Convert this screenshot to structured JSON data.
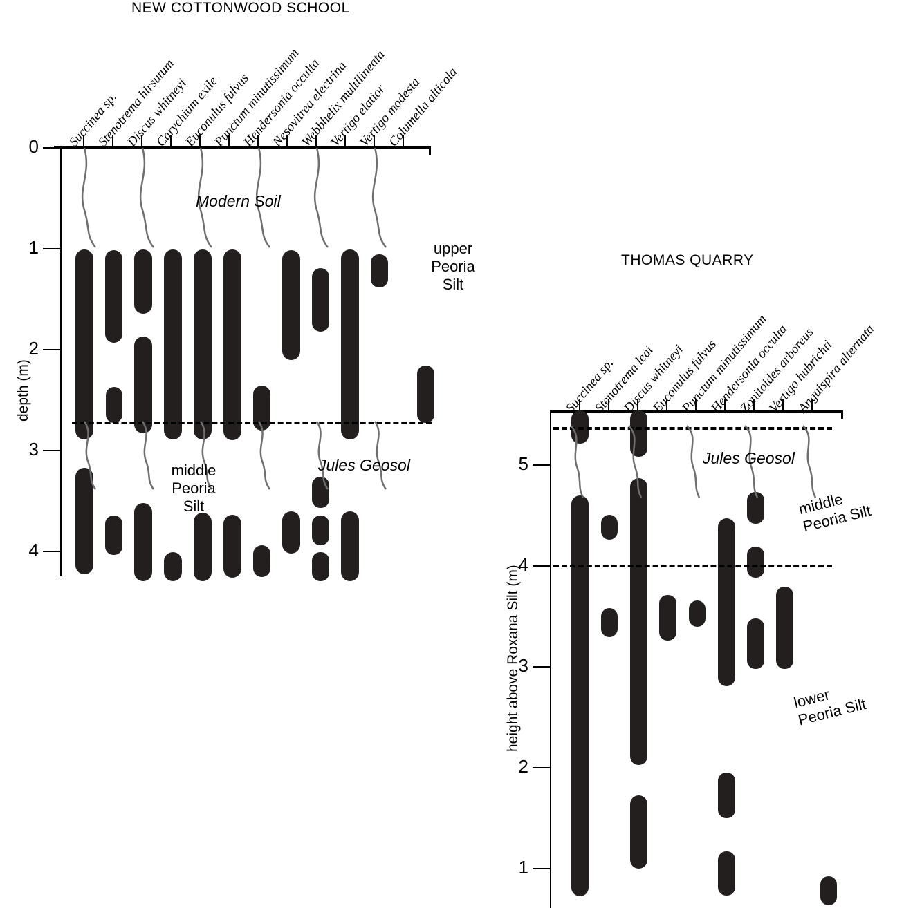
{
  "figure": {
    "kind": "stratigraphic-range-chart",
    "panels": [
      "new_cottonwood_school",
      "thomas_quarry"
    ]
  },
  "left": {
    "title": "NEW COTTONWOOD SCHOOL",
    "y_axis_label": "depth (m)",
    "y_ticks": [
      "0",
      "1",
      "2",
      "3",
      "4"
    ],
    "taxa": [
      "Succinea sp.",
      "Stenotrema hirsutum",
      "Discus whitneyi",
      "Carychium exile",
      "Euconulus fulvus",
      "Punctum minutissimum",
      "Hendersonia occulta",
      "Nesovitrea electrina",
      "Webbhelix multilineata",
      "Vertigo elatior",
      "Vertigo modesta",
      "Columella alticola"
    ],
    "annotations": [
      {
        "name": "modern-soil",
        "text": "Modern Soil",
        "style": "italic"
      },
      {
        "name": "upper-peoria-silt",
        "text": "upper\nPeoria\nSilt",
        "style": "plain"
      },
      {
        "name": "middle-peoria-silt",
        "text": "middle\nPeoria\nSilt",
        "style": "plain"
      },
      {
        "name": "jules-geosol",
        "text": "Jules Geosol",
        "style": "italic"
      }
    ],
    "boundary_depth_m": 2.72
  },
  "right": {
    "title": "THOMAS QUARRY",
    "y_axis_label": "height above Roxana Silt (m)",
    "y_ticks": [
      "5",
      "4",
      "3",
      "2",
      "1"
    ],
    "taxa": [
      "Succinea sp.",
      "Stenotrema leai",
      "Discus whitneyi",
      "Euconulus fulvus",
      "Punctum minutissimum",
      "Hendersonia occulta",
      "Zonitoides arboreus",
      "Vertigo hubrichti",
      "Anguispira alternata"
    ],
    "annotations": [
      {
        "name": "jules-geosol",
        "text": "Jules Geosol",
        "style": "italic"
      },
      {
        "name": "middle-peoria-silt",
        "text": "middle\nPeoria Silt",
        "style": "plain"
      },
      {
        "name": "lower-peoria-silt",
        "text": "lower\nPeoria Silt",
        "style": "plain"
      }
    ],
    "boundary_heights_m": [
      5.36,
      4.0
    ]
  },
  "chart_data": [
    {
      "type": "range_chart",
      "title": "NEW COTTONWOOD SCHOOL",
      "xlabel": "",
      "ylabel": "depth (m)",
      "ylim": [
        0,
        4.4
      ],
      "y_inverted": true,
      "yticks": [
        0,
        1,
        2,
        3,
        4
      ],
      "grid": false,
      "legend": "none",
      "marker_color": "#231f1f",
      "boundary_lines": [
        {
          "label": "Jules Geosol",
          "depth_m": 2.72,
          "style": "dashed"
        }
      ],
      "categories": [
        "Succinea sp.",
        "Stenotrema hirsutum",
        "Discus whitneyi",
        "Carychium exile",
        "Euconulus fulvus",
        "Punctum minutissimum",
        "Hendersonia occulta",
        "Nesovitrea electrina",
        "Webbhelix multilineata",
        "Vertigo elatior",
        "Vertigo modesta",
        "Columella alticola"
      ],
      "ranges": [
        {
          "taxon": "Succinea sp.",
          "segments": [
            [
              1.0,
              2.88
            ],
            [
              3.19,
              4.24
            ]
          ]
        },
        {
          "taxon": "Stenotrema hirsutum",
          "segments": [
            [
              1.02,
              1.93
            ],
            [
              2.4,
              2.72
            ],
            [
              3.65,
              4.03
            ]
          ]
        },
        {
          "taxon": "Discus whitneyi",
          "segments": [
            [
              1.0,
              1.63
            ],
            [
              1.88,
              2.83
            ],
            [
              3.53,
              4.3
            ]
          ]
        },
        {
          "taxon": "Carychium exile",
          "segments": [
            [
              1.0,
              2.88
            ],
            [
              4.02,
              4.3
            ]
          ]
        },
        {
          "taxon": "Euconulus fulvus",
          "segments": [
            [
              1.0,
              2.88
            ],
            [
              3.63,
              4.3
            ]
          ]
        },
        {
          "taxon": "Punctum minutissimum",
          "segments": [
            [
              1.0,
              2.89
            ],
            [
              3.65,
              4.27
            ]
          ]
        },
        {
          "taxon": "Hendersonia occulta",
          "segments": [
            [
              2.38,
              2.82
            ],
            [
              4.05,
              4.27
            ]
          ]
        },
        {
          "taxon": "Nesovitrea electrina",
          "segments": [
            [
              1.02,
              2.1
            ],
            [
              3.62,
              4.02
            ]
          ]
        },
        {
          "taxon": "Webbhelix multilineata",
          "segments": [
            [
              1.2,
              1.83
            ],
            [
              3.27,
              3.56
            ],
            [
              3.64,
              3.93
            ],
            [
              4.02,
              4.3
            ]
          ]
        },
        {
          "taxon": "Vertigo elatior",
          "segments": [
            [
              1.0,
              2.88
            ],
            [
              3.62,
              4.3
            ]
          ]
        },
        {
          "taxon": "Vertigo modesta",
          "segments": [
            [
              1.05,
              1.38
            ]
          ]
        },
        {
          "taxon": "Columella alticola",
          "segments": [
            [
              2.17,
              2.72
            ]
          ]
        }
      ]
    },
    {
      "type": "range_chart",
      "title": "THOMAS QUARRY",
      "xlabel": "",
      "ylabel": "height above Roxana Silt (m)",
      "ylim": [
        0.6,
        5.6
      ],
      "y_inverted": false,
      "yticks": [
        1,
        2,
        3,
        4,
        5
      ],
      "grid": false,
      "legend": "none",
      "marker_color": "#231f1f",
      "boundary_lines": [
        {
          "label": "Jules Geosol",
          "height_m": 5.36,
          "style": "dashed"
        },
        {
          "label": "middle/lower Peoria Silt",
          "height_m": 4.0,
          "style": "dashed"
        }
      ],
      "categories": [
        "Succinea sp.",
        "Stenotrema leai",
        "Discus whitneyi",
        "Euconulus fulvus",
        "Punctum minutissimum",
        "Hendersonia occulta",
        "Zonitoides arboreus",
        "Vertigo hubrichti",
        "Anguispira alternata"
      ],
      "ranges": [
        {
          "taxon": "Succinea sp.",
          "segments": [
            [
              5.5,
              5.17
            ],
            [
              4.7,
              0.72
            ]
          ]
        },
        {
          "taxon": "Stenotrema leai",
          "segments": [
            [
              4.52,
              4.3
            ],
            [
              3.6,
              3.32
            ]
          ]
        },
        {
          "taxon": "Discus whitneyi",
          "segments": [
            [
              5.52,
              5.1
            ],
            [
              4.82,
              1.98
            ],
            [
              1.72,
              1.0
            ]
          ]
        },
        {
          "taxon": "Euconulus fulvus",
          "segments": [
            [
              3.72,
              3.28
            ]
          ]
        },
        {
          "taxon": "Punctum minutissimum",
          "segments": [
            [
              3.65,
              3.5
            ]
          ]
        },
        {
          "taxon": "Hendersonia occulta",
          "segments": [
            [
              4.46,
              2.86
            ],
            [
              2.0,
              1.62
            ],
            [
              1.22,
              0.83
            ]
          ]
        },
        {
          "taxon": "Zonitoides arboreus",
          "segments": [
            [
              4.73,
              4.55
            ],
            [
              4.1,
              3.92
            ],
            [
              3.46,
              3.08
            ]
          ]
        },
        {
          "taxon": "Vertigo hubrichti",
          "segments": [
            [
              3.78,
              3.02
            ]
          ]
        },
        {
          "taxon": "Anguispira alternata",
          "segments": [
            [
              0.9,
              0.78
            ]
          ]
        }
      ]
    }
  ]
}
